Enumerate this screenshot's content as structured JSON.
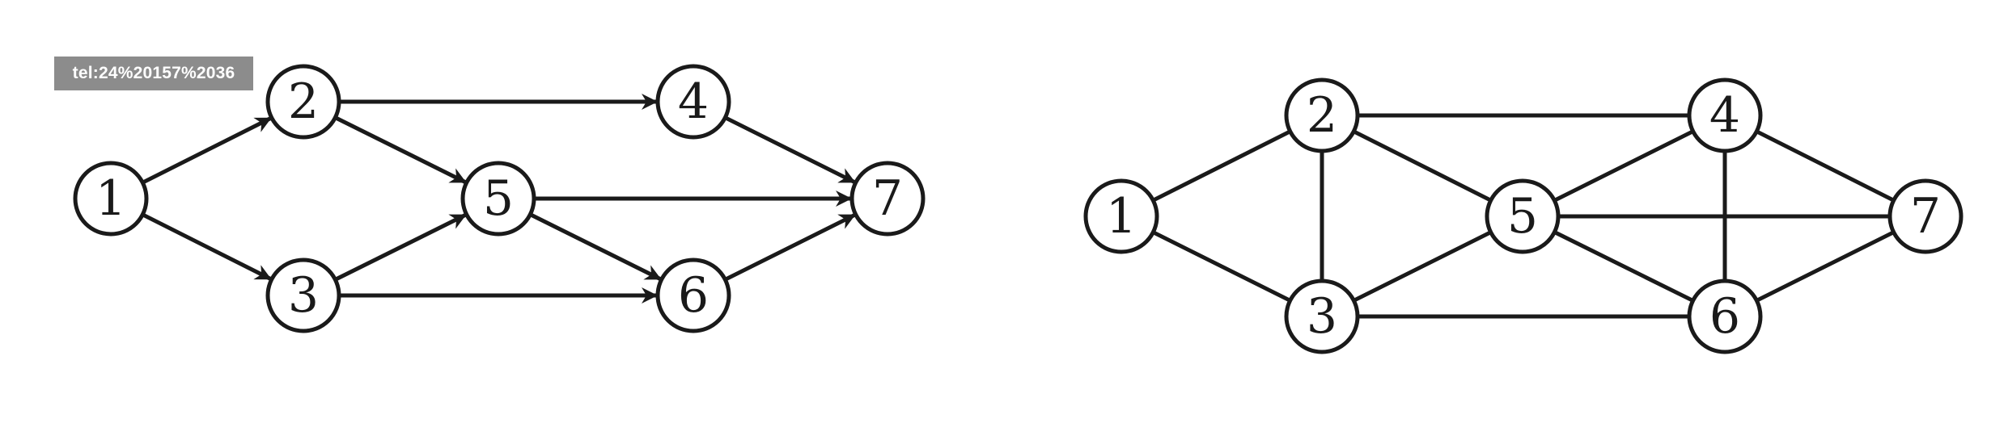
{
  "tooltip": {
    "text": "tel:24%20157%2036"
  },
  "colors": {
    "stroke": "#1a1a1a",
    "node_fill": "#ffffff",
    "tooltip_bg": "#8c8c8c",
    "tooltip_text": "#ffffff"
  },
  "directed_graph": {
    "nodes": [
      "1",
      "2",
      "3",
      "4",
      "5",
      "6",
      "7"
    ],
    "edges": [
      [
        "1",
        "2"
      ],
      [
        "1",
        "3"
      ],
      [
        "2",
        "4"
      ],
      [
        "2",
        "5"
      ],
      [
        "3",
        "5"
      ],
      [
        "3",
        "6"
      ],
      [
        "4",
        "7"
      ],
      [
        "5",
        "7"
      ],
      [
        "5",
        "6"
      ],
      [
        "6",
        "7"
      ]
    ]
  },
  "undirected_graph": {
    "nodes": [
      "1",
      "2",
      "3",
      "4",
      "5",
      "6",
      "7"
    ],
    "edges": [
      [
        "1",
        "2"
      ],
      [
        "1",
        "3"
      ],
      [
        "2",
        "3"
      ],
      [
        "2",
        "4"
      ],
      [
        "2",
        "5"
      ],
      [
        "3",
        "5"
      ],
      [
        "3",
        "6"
      ],
      [
        "4",
        "5"
      ],
      [
        "4",
        "6"
      ],
      [
        "4",
        "7"
      ],
      [
        "5",
        "6"
      ],
      [
        "5",
        "7"
      ],
      [
        "6",
        "7"
      ]
    ]
  }
}
